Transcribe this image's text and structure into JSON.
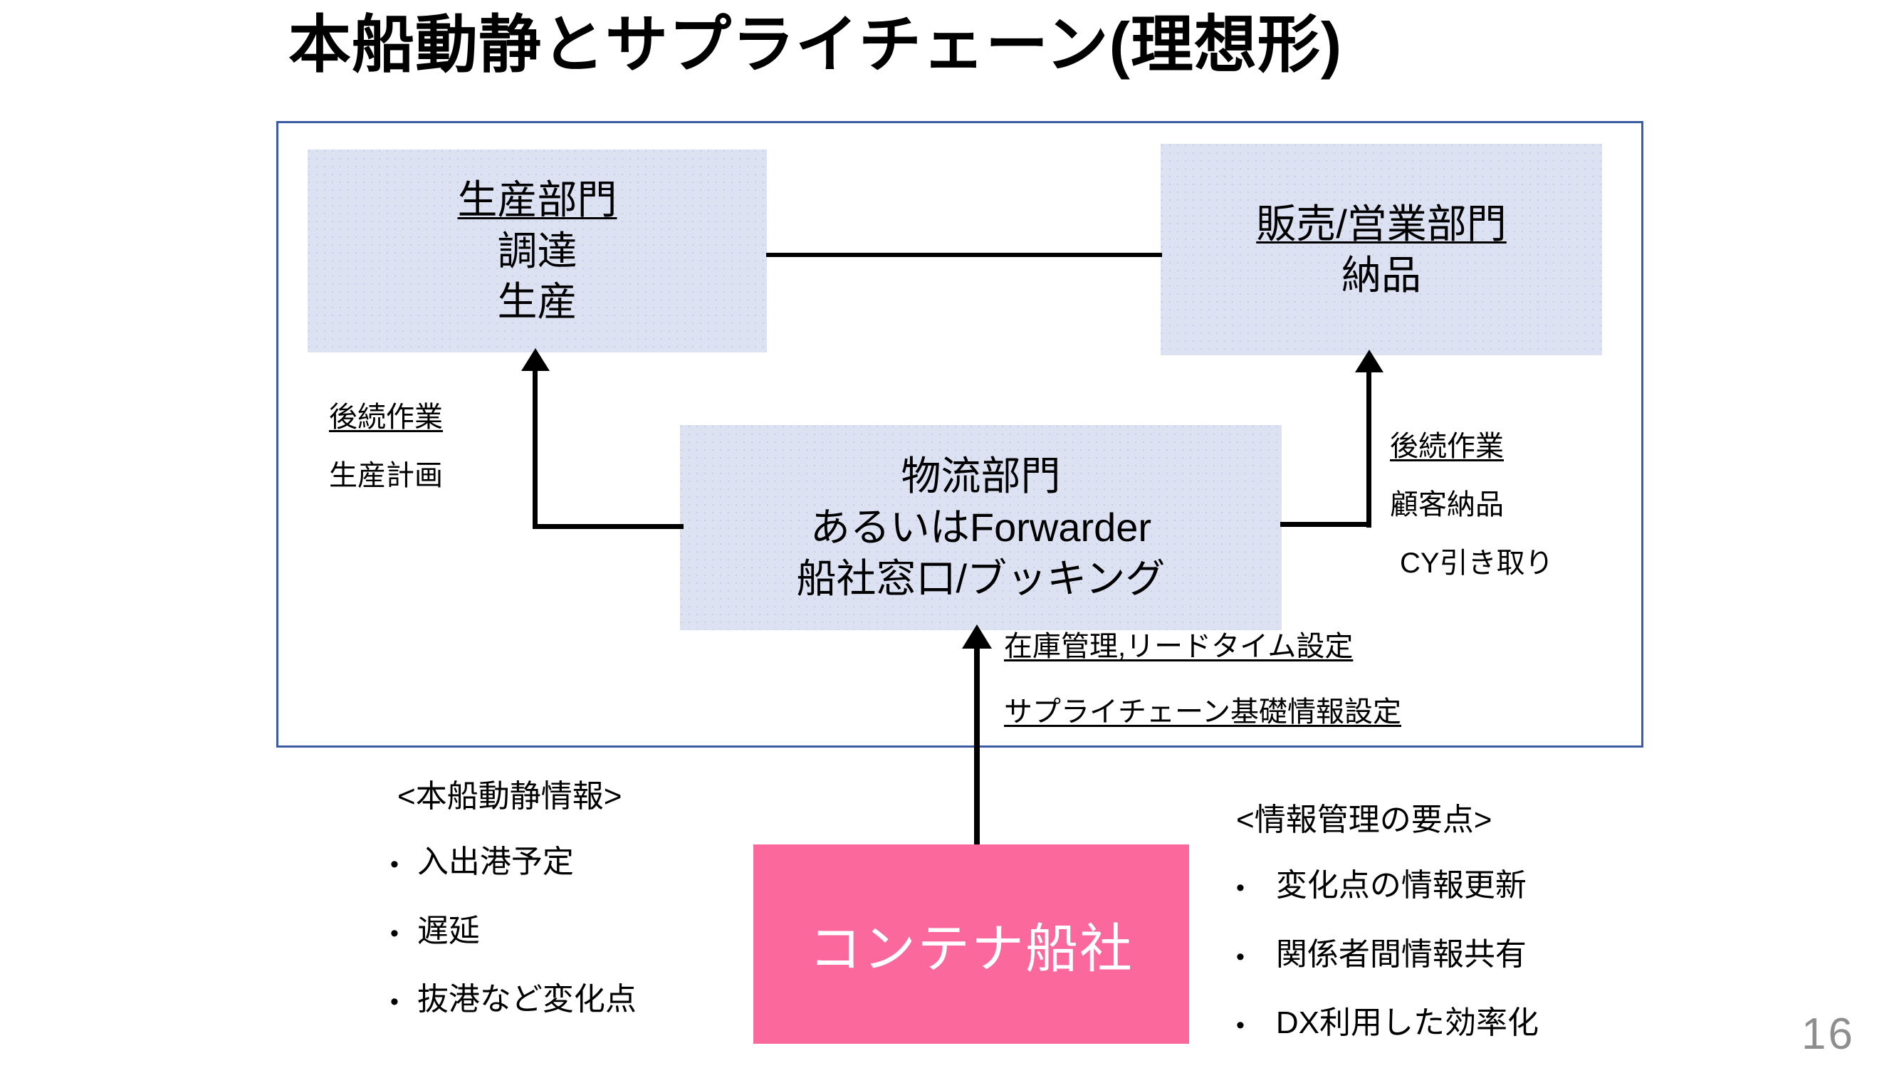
{
  "slide": {
    "title": "本船動静とサプライチェーン(理想形)",
    "page_number": "16",
    "colors": {
      "frame_border": "#3c5ba4",
      "box_fill": "#dce2f2",
      "carrier_fill": "#fb689c",
      "carrier_text": "#ffffff",
      "connector": "#000000",
      "page_number": "#8e8e8e"
    }
  },
  "boxes": {
    "production": {
      "title": "生産部門",
      "line2": "調達",
      "line3": "生産"
    },
    "sales": {
      "title": "販売/営業部門",
      "line2": "納品"
    },
    "logistics": {
      "line1": "物流部門",
      "line2": "あるいはForwarder",
      "line3": "船社窓口/ブッキング"
    },
    "carrier": {
      "label": "コンテナ船社"
    }
  },
  "annotations": {
    "left": {
      "heading": "後続作業",
      "item1": "生産計画"
    },
    "right": {
      "heading": "後続作業",
      "item1": "顧客納品",
      "item2": "CY引き取り"
    },
    "below_logistics": {
      "line1": "在庫管理,リードタイム設定",
      "line2": "サプライチェーン基礎情報設定"
    }
  },
  "lists": {
    "vessel_info": {
      "heading": "<本船動静情報>",
      "bullet_glyph": "•",
      "items": [
        "入出港予定",
        "遅延",
        "抜港など変化点"
      ]
    },
    "info_management": {
      "heading": "<情報管理の要点>",
      "bullet_glyph": "•",
      "items": [
        "変化点の情報更新",
        "関係者間情報共有",
        "DX利用した効率化"
      ]
    }
  }
}
